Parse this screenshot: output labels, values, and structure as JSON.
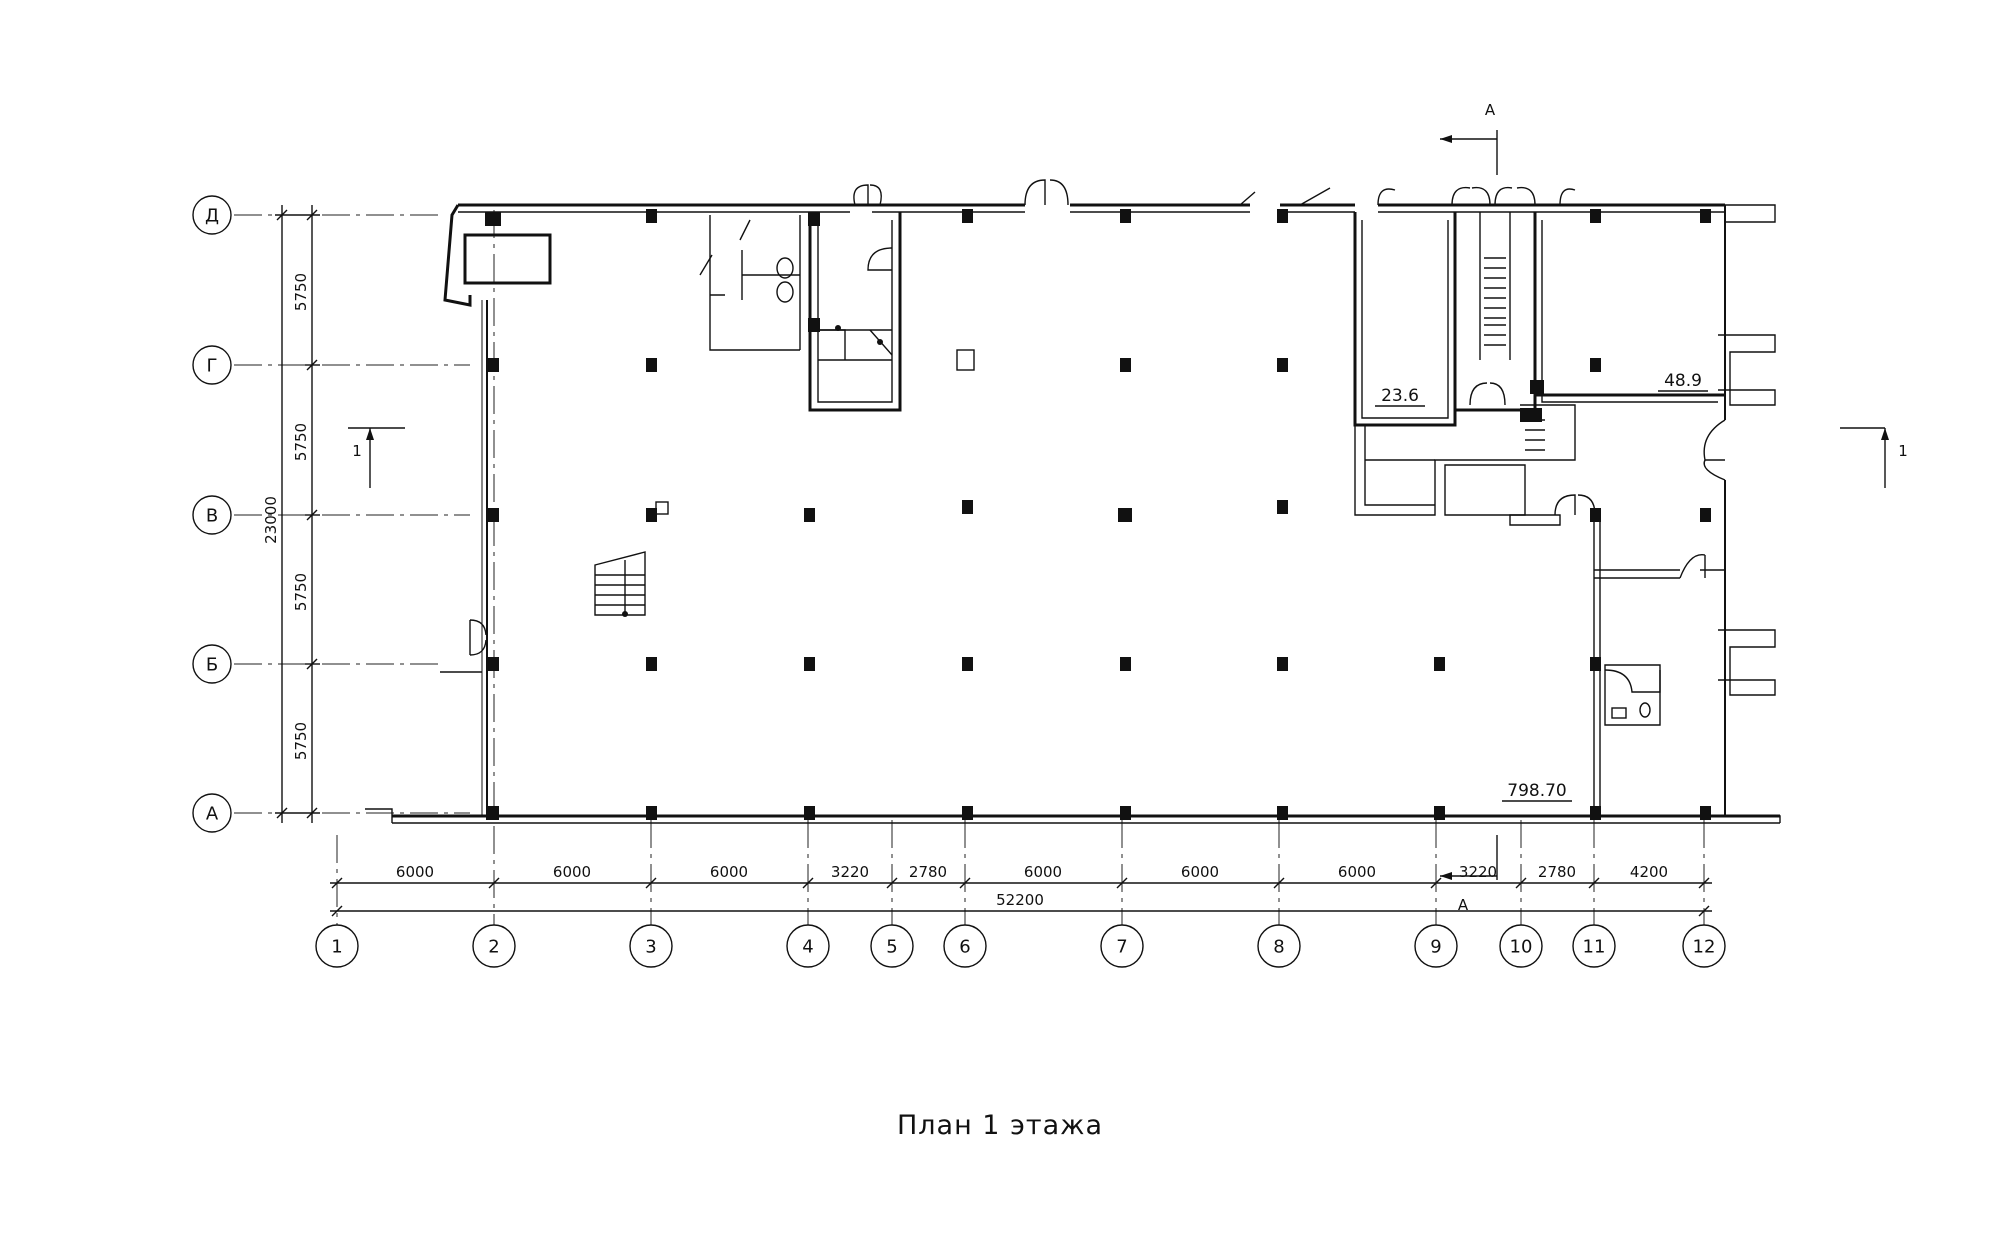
{
  "title": "План 1 этажа",
  "axes_numeric": [
    "1",
    "2",
    "3",
    "4",
    "5",
    "6",
    "7",
    "8",
    "9",
    "10",
    "11",
    "12"
  ],
  "axes_letter": [
    "Д",
    "Г",
    "В",
    "Б",
    "А"
  ],
  "dims_bottom": [
    "6000",
    "6000",
    "6000",
    "3220",
    "2780",
    "6000",
    "6000",
    "6000",
    "3220",
    "2780",
    "4200"
  ],
  "dim_total_bottom": "52200",
  "dims_left": [
    "5750",
    "5750",
    "5750",
    "5750"
  ],
  "dim_total_left": "23000",
  "room_areas": {
    "stair_room": "23.6",
    "office_room": "48.9",
    "main_hall": "798.70"
  },
  "section_marks": {
    "vertical_a_top": "А",
    "vertical_a_bottom": "А",
    "horizontal_left": "1",
    "horizontal_right": "1"
  }
}
